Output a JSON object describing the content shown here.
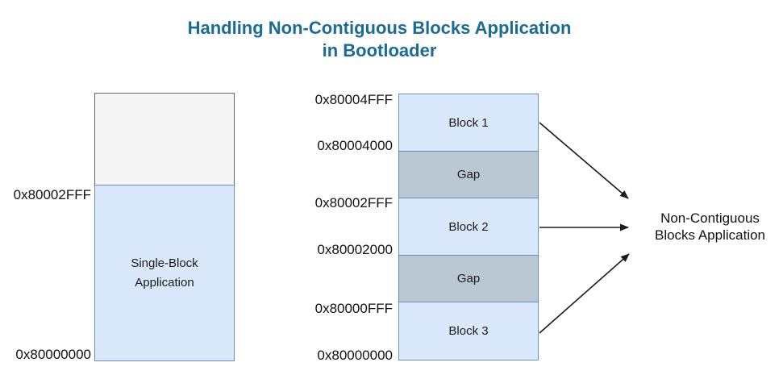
{
  "title": {
    "line1": "Handling Non-Contiguous Blocks Application",
    "line2": "in Bootloader",
    "color": "#1a6b96"
  },
  "left_diagram": {
    "upper_address": "0x80002FFF",
    "lower_address": "0x80000000",
    "app_label_line1": "Single-Block",
    "app_label_line2": "Application"
  },
  "right_diagram": {
    "segments": [
      {
        "label": "Block 1",
        "type": "block"
      },
      {
        "label": "Gap",
        "type": "gap"
      },
      {
        "label": "Block 2",
        "type": "block"
      },
      {
        "label": "Gap",
        "type": "gap"
      },
      {
        "label": "Block 3",
        "type": "block"
      }
    ],
    "addresses": [
      "0x80004FFF",
      "0x80004000",
      "0x80002FFF",
      "0x80002000",
      "0x80000FFF",
      "0x80000000"
    ]
  },
  "result_label": {
    "line1": "Non-Contiguous",
    "line2": "Blocks Application"
  },
  "colors": {
    "title_text": "#1a6b96",
    "block_fill": "#dae8fc",
    "block_border": "#6c8ebf",
    "gap_fill": "#bac8d3",
    "free_fill": "#f5f5f5",
    "free_border": "#666666",
    "arrow": "#1a1a1a",
    "text": "#111111"
  }
}
